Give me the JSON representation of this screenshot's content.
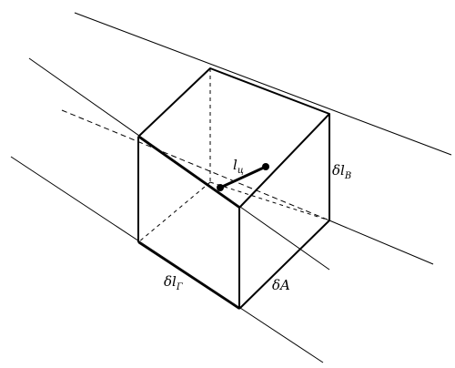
{
  "labels": {
    "l_main": "l",
    "l_sub": "ц",
    "dlb_main": "δl",
    "dlb_sub": "B",
    "dlg_main": "δl",
    "dlg_sub": "Γ",
    "dA": "δA"
  },
  "colors": {
    "ink": "#000000",
    "background": "#ffffff"
  }
}
